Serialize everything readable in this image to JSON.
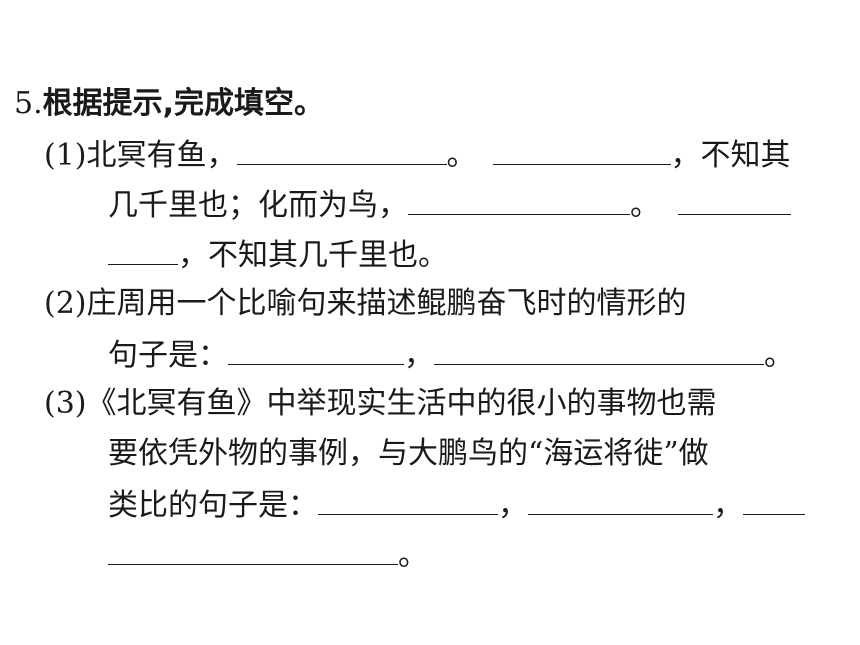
{
  "question": {
    "number": "5.",
    "title": "根据提示,完成填空。"
  },
  "items": [
    {
      "label": "(1)",
      "lines": [
        {
          "t1": "北冥有鱼，",
          "t2": "。",
          "t3": "，不知其"
        },
        {
          "t1": "几千里也；化而为鸟，",
          "t2": "。"
        },
        {
          "t1": "，不知其几千里也。"
        }
      ]
    },
    {
      "label": "(2)",
      "lines": [
        {
          "t1": "庄周用一个比喻句来描述鲲鹏奋飞时的情形的"
        },
        {
          "t1": "句子是：",
          "t2": "，",
          "t3": "。"
        }
      ]
    },
    {
      "label": "(3)",
      "lines": [
        {
          "t1": "《北冥有鱼》中举现实生活中的很小的事物也需"
        },
        {
          "t1": "要依凭外物的事例，与大鹏鸟的“海运将徙”做"
        },
        {
          "t1": "类比的句子是：",
          "t2": "，",
          "t3": "，"
        },
        {
          "t1": "。"
        }
      ]
    }
  ]
}
